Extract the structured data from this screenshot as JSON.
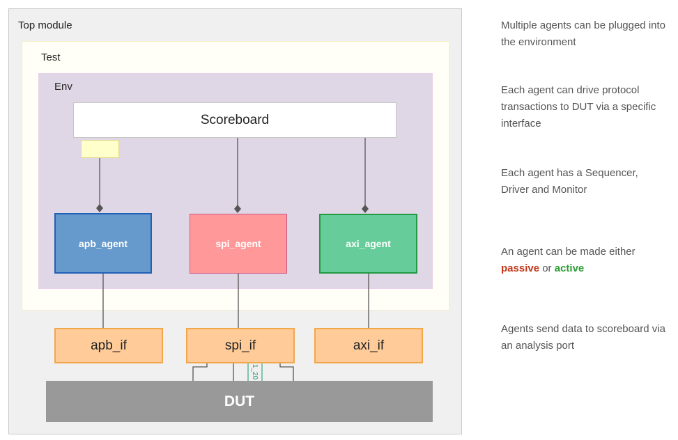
{
  "diagram": {
    "top_module_label": "Top module",
    "test_label": "Test",
    "env_label": "Env",
    "scoreboard_label": "Scoreboard",
    "agents": {
      "apb": "apb_agent",
      "spi": "spi_agent",
      "axi": "axi_agent"
    },
    "interfaces": {
      "apb": "apb_if",
      "spi": "spi_if",
      "axi": "axi_if"
    },
    "dut_label": "DUT",
    "wire_tag": "1_20"
  },
  "notes": {
    "n1": "Multiple agents can be plugged into the environment",
    "n2": "Each agent can drive protocol transactions to DUT via a specific interface",
    "n3": "Each agent has a Sequencer, Driver and Monitor",
    "n4_prefix": "An agent can be made either",
    "n4_passive": "passive",
    "n4_or": "or",
    "n4_active": "active",
    "n5": "Agents send data to scoreboard via an analysis port"
  },
  "colors": {
    "apb_agent": "#6699cc",
    "spi_agent": "#ff9999",
    "axi_agent": "#66cc99",
    "interface": "#ffcc99",
    "dut": "#999999",
    "env": "#dfd7e6",
    "passive": "#c0391b",
    "active": "#2e9b35"
  }
}
